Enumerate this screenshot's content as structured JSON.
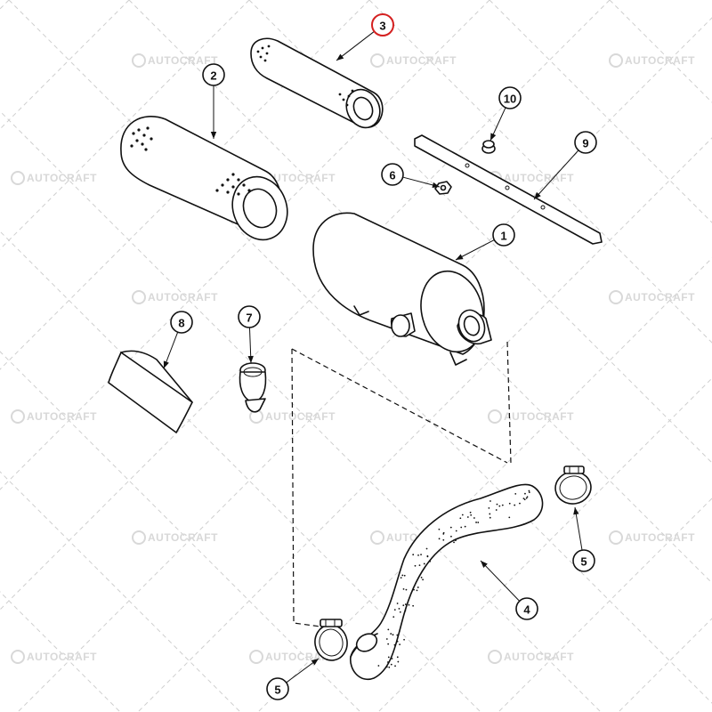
{
  "watermark": {
    "text": "AUTOCRAFT",
    "color": "#d8d8d8"
  },
  "highlight_color": "#d42020",
  "callouts": [
    {
      "id": "c1",
      "label": "1"
    },
    {
      "id": "c2",
      "label": "2"
    },
    {
      "id": "c3",
      "label": "3",
      "highlighted": true
    },
    {
      "id": "c4",
      "label": "4"
    },
    {
      "id": "c5a",
      "label": "5"
    },
    {
      "id": "c5b",
      "label": "5"
    },
    {
      "id": "c6",
      "label": "6"
    },
    {
      "id": "c7",
      "label": "7"
    },
    {
      "id": "c8",
      "label": "8"
    },
    {
      "id": "c9",
      "label": "9"
    },
    {
      "id": "c10",
      "label": "10"
    }
  ],
  "parts": [
    {
      "callout": "1",
      "name": "air-cleaner-housing"
    },
    {
      "callout": "2",
      "name": "outer-filter-element"
    },
    {
      "callout": "3",
      "name": "inner-filter-element"
    },
    {
      "callout": "4",
      "name": "intake-hose"
    },
    {
      "callout": "5",
      "name": "hose-clamp"
    },
    {
      "callout": "6",
      "name": "nut"
    },
    {
      "callout": "7",
      "name": "dust-valve"
    },
    {
      "callout": "8",
      "name": "sleeve"
    },
    {
      "callout": "9",
      "name": "mounting-strap"
    },
    {
      "callout": "10",
      "name": "cap"
    }
  ]
}
